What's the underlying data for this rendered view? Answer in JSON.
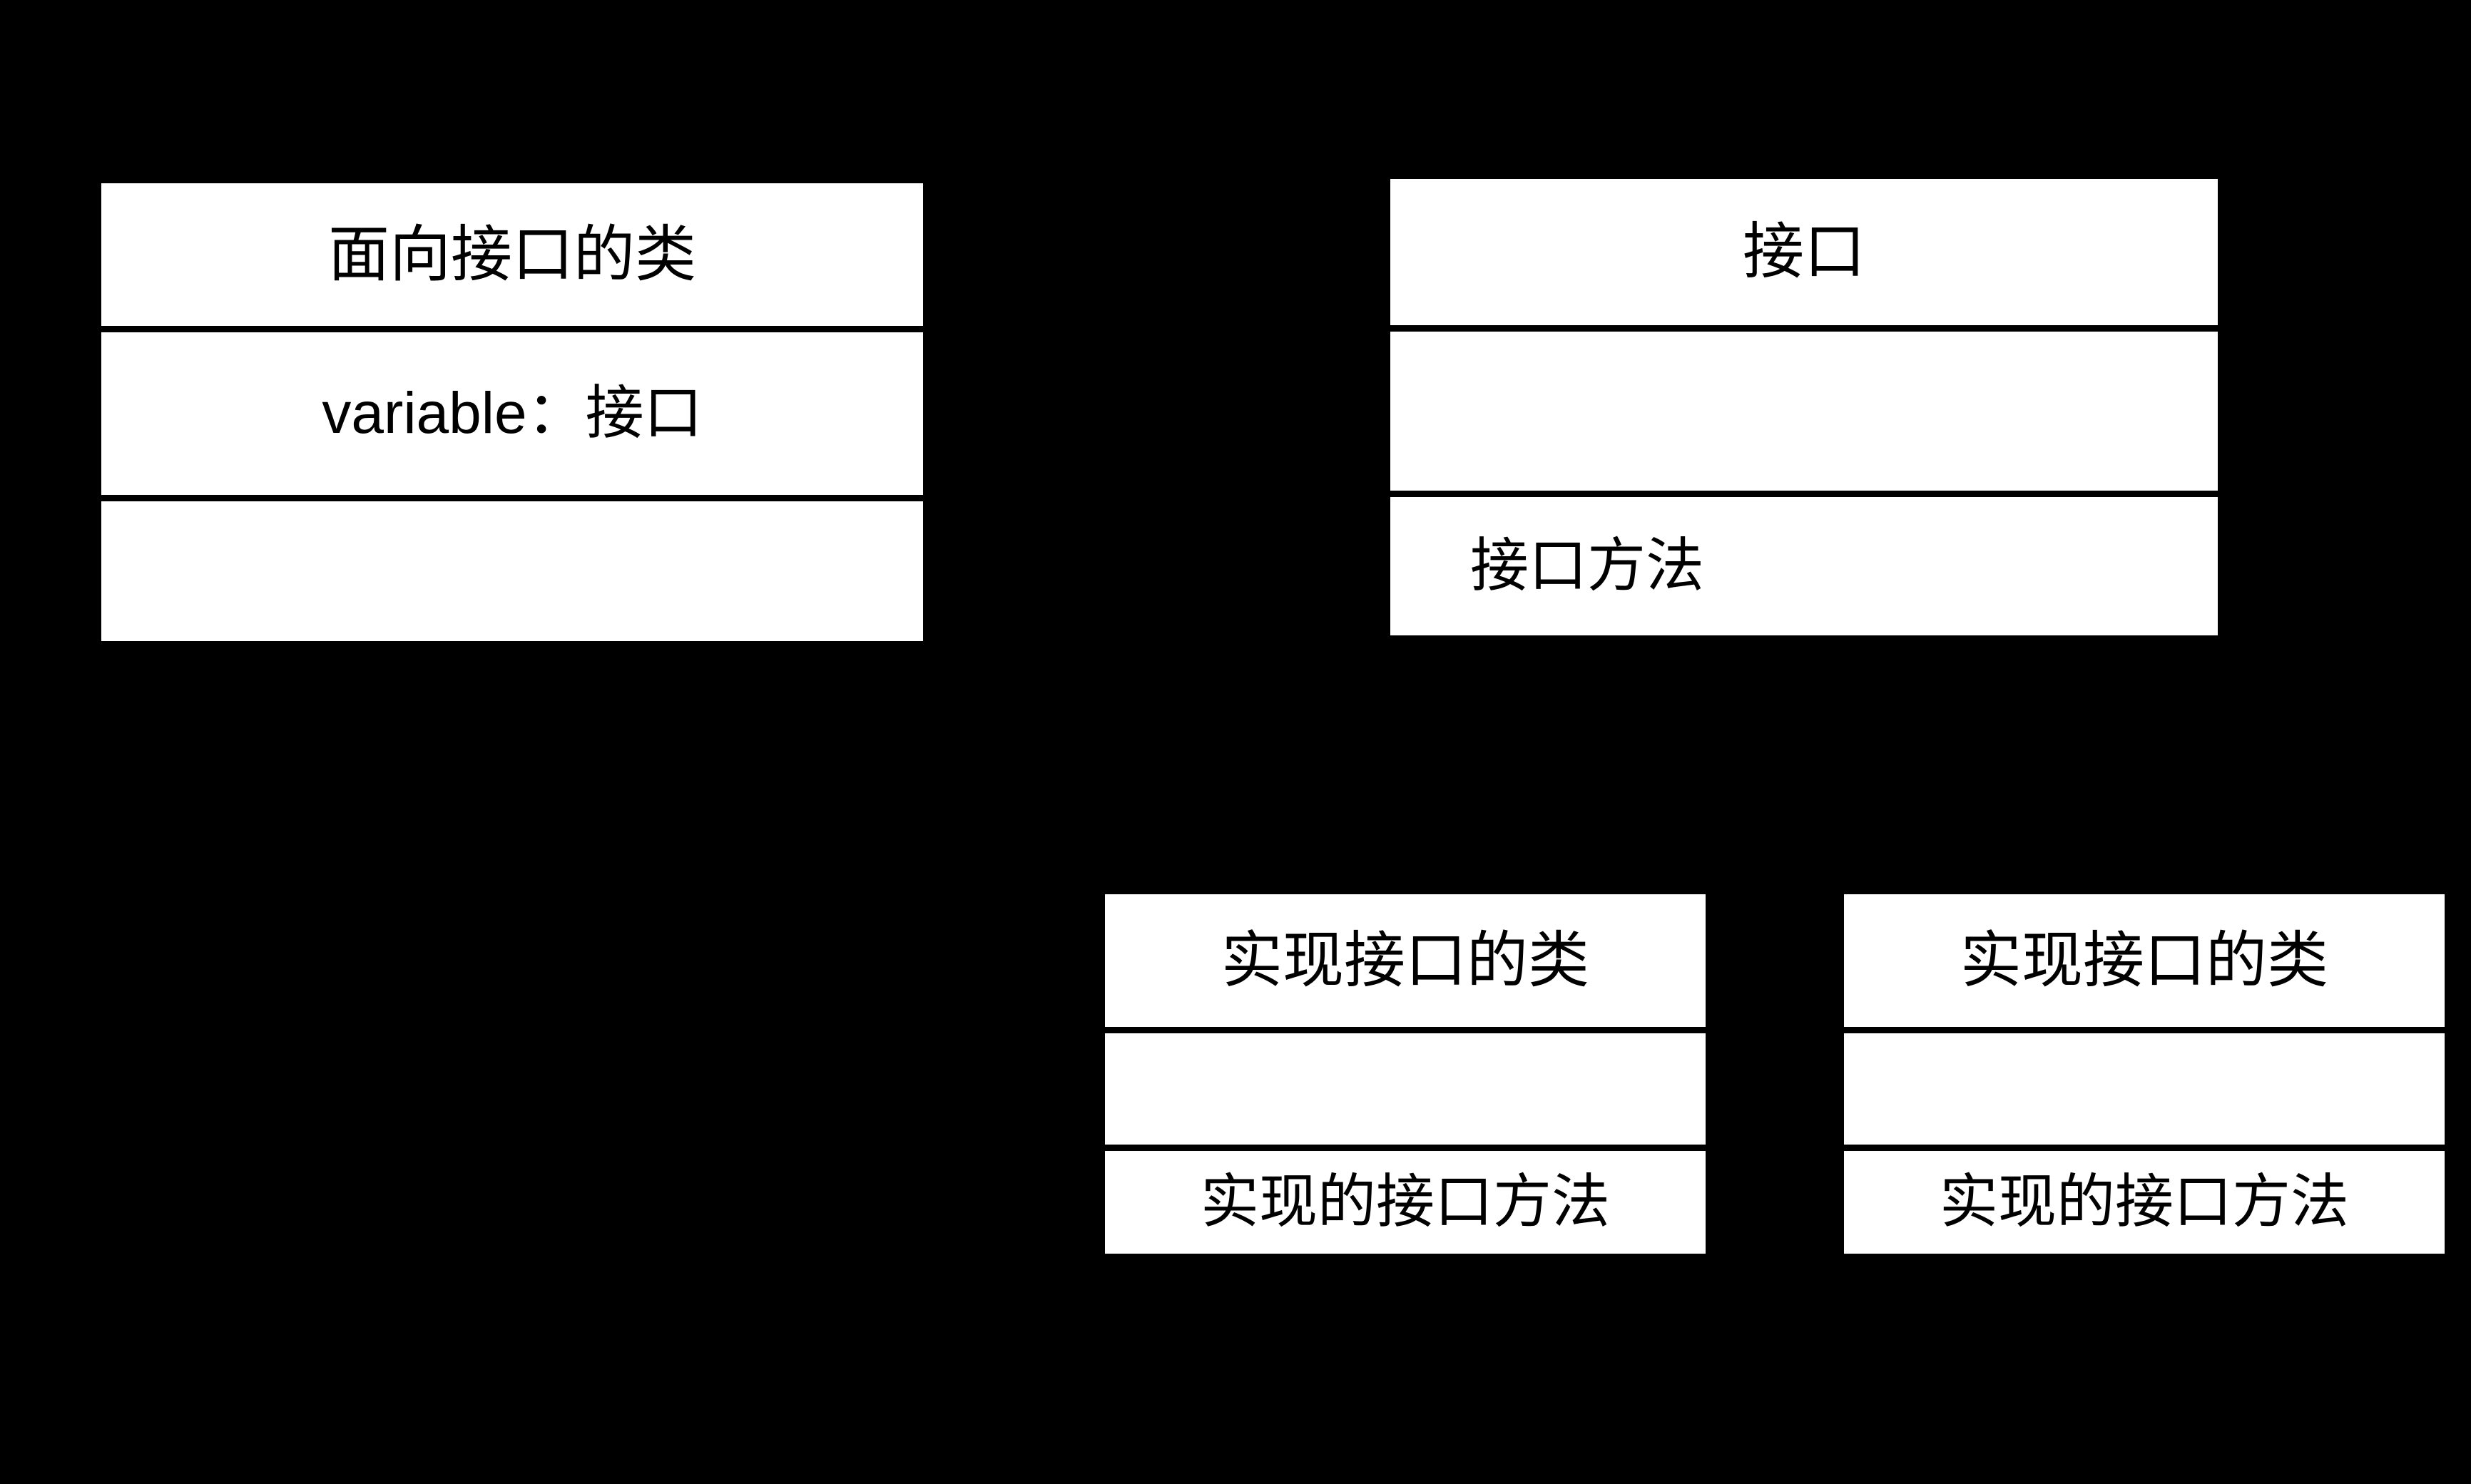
{
  "diagram": {
    "type": "uml-class-diagram",
    "background_color": "#000000",
    "box_fill_color": "#ffffff",
    "line_color": "#000000",
    "boxes": [
      {
        "id": "client-class",
        "title": "面向接口的类",
        "title_align": "center",
        "fields": "variable：接口",
        "fields_align": "center",
        "methods": "",
        "methods_align": "center"
      },
      {
        "id": "interface",
        "title": "接口",
        "title_align": "center",
        "fields": "",
        "fields_align": "center",
        "methods": "接口方法",
        "methods_align": "left"
      },
      {
        "id": "impl-class-1",
        "title": "实现接口的类",
        "title_align": "center",
        "fields": "",
        "fields_align": "center",
        "methods": "实现的接口方法",
        "methods_align": "center"
      },
      {
        "id": "impl-class-2",
        "title": "实现接口的类",
        "title_align": "center",
        "fields": "",
        "fields_align": "center",
        "methods": "实现的接口方法",
        "methods_align": "center"
      }
    ]
  }
}
